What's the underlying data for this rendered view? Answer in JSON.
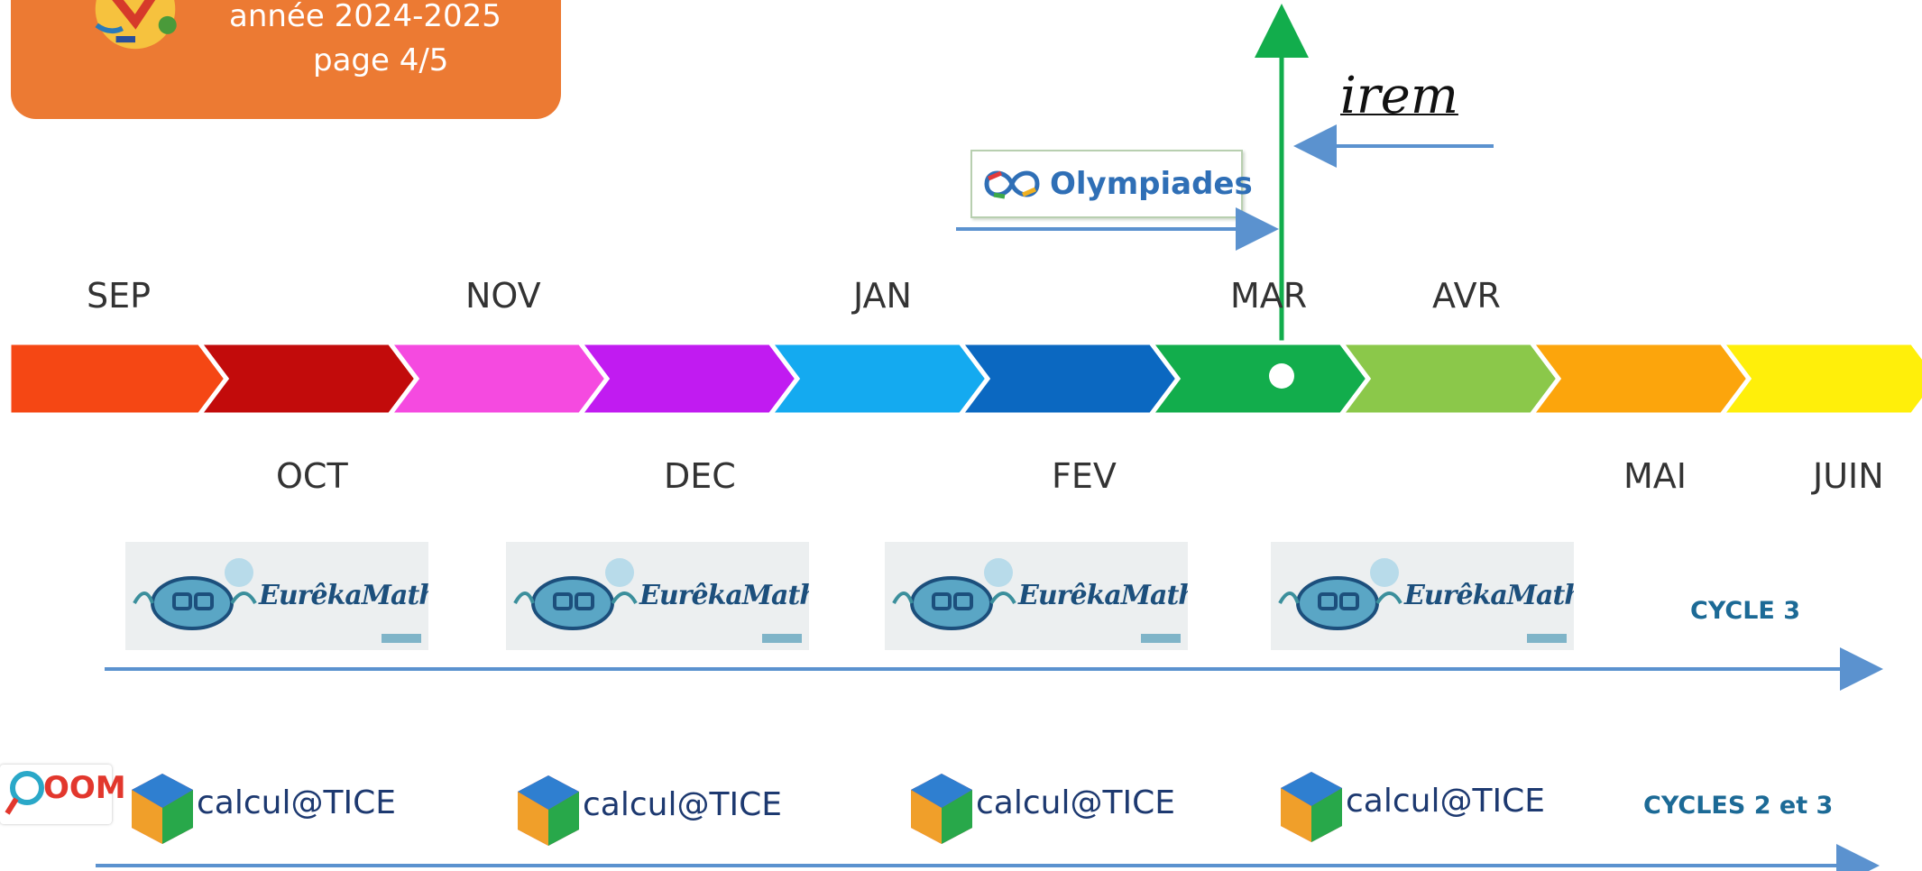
{
  "header": {
    "year_label": "année 2024-2025",
    "page_label": "page 4/5"
  },
  "months_top": [
    "SEP",
    "NOV",
    "JAN",
    "MAR",
    "AVR"
  ],
  "months_bottom": [
    "OCT",
    "DEC",
    "FEV",
    "MAI",
    "JUIN"
  ],
  "timeline_colors": [
    "#f54714",
    "#c20b0b",
    "#f54ae0",
    "#c11bf1",
    "#14aaf0",
    "#0b68c1",
    "#12ad4c",
    "#8bc84a",
    "#fca50c",
    "#ffef0a"
  ],
  "events": {
    "olympiades_label": "Olympiades",
    "irem_label": "irem"
  },
  "eureka": {
    "label": "EurêkaMaths",
    "count": 4,
    "cycle_label": "CYCLE 3"
  },
  "calcul": {
    "label": "calcul@TICE",
    "count": 4,
    "cycle_label": "CYCLES 2 et 3"
  },
  "oom_label": "OOM"
}
